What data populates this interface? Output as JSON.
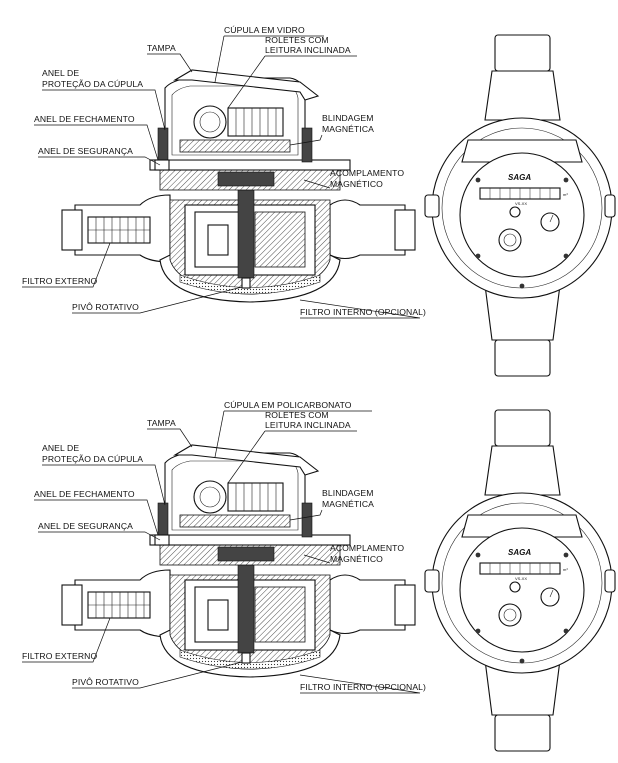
{
  "diagrams": [
    {
      "labels": {
        "dome": "CÚPULA EM VIDRO",
        "cover": "TAMPA",
        "rollers_1": "ROLETES COM",
        "rollers_2": "LEITURA INCLINADA",
        "ring_1": "ANEL DE",
        "ring_2": "PROTEÇÃO DA CÚPULA",
        "closing_ring": "ANEL DE FECHAMENTO",
        "shield_1": "BLINDAGEM",
        "shield_2": "MAGNÉTICA",
        "safety_ring": "ANEL DE SEGURANÇA",
        "coupling_1": "ACOMPLAMENTO",
        "coupling_2": "MAGNÉTICO",
        "ext_filter": "FILTRO EXTERNO",
        "pivot": "PIVÔ ROTATIVO",
        "int_filter": "FILTRO INTERNO (OPCIONAL)"
      },
      "face": {
        "brand": "SAGA",
        "model": "VS-XX",
        "unit": "m³"
      }
    },
    {
      "labels": {
        "dome": "CÚPULA EM POLICARBONATO",
        "cover": "TAMPA",
        "rollers_1": "ROLETES COM",
        "rollers_2": "LEITURA INCLINADA",
        "ring_1": "ANEL DE",
        "ring_2": "PROTEÇÃO DA CÚPULA",
        "closing_ring": "ANEL DE FECHAMENTO",
        "shield_1": "BLINDAGEM",
        "shield_2": "MAGNÉTICA",
        "safety_ring": "ANEL DE SEGURANÇA",
        "coupling_1": "ACOMPLAMENTO",
        "coupling_2": "MAGNÉTICO",
        "ext_filter": "FILTRO EXTERNO",
        "pivot": "PIVÔ ROTATIVO",
        "int_filter": "FILTRO INTERNO (OPCIONAL)"
      },
      "face": {
        "brand": "SAGA",
        "model": "VS-XX",
        "unit": "m³"
      }
    }
  ]
}
